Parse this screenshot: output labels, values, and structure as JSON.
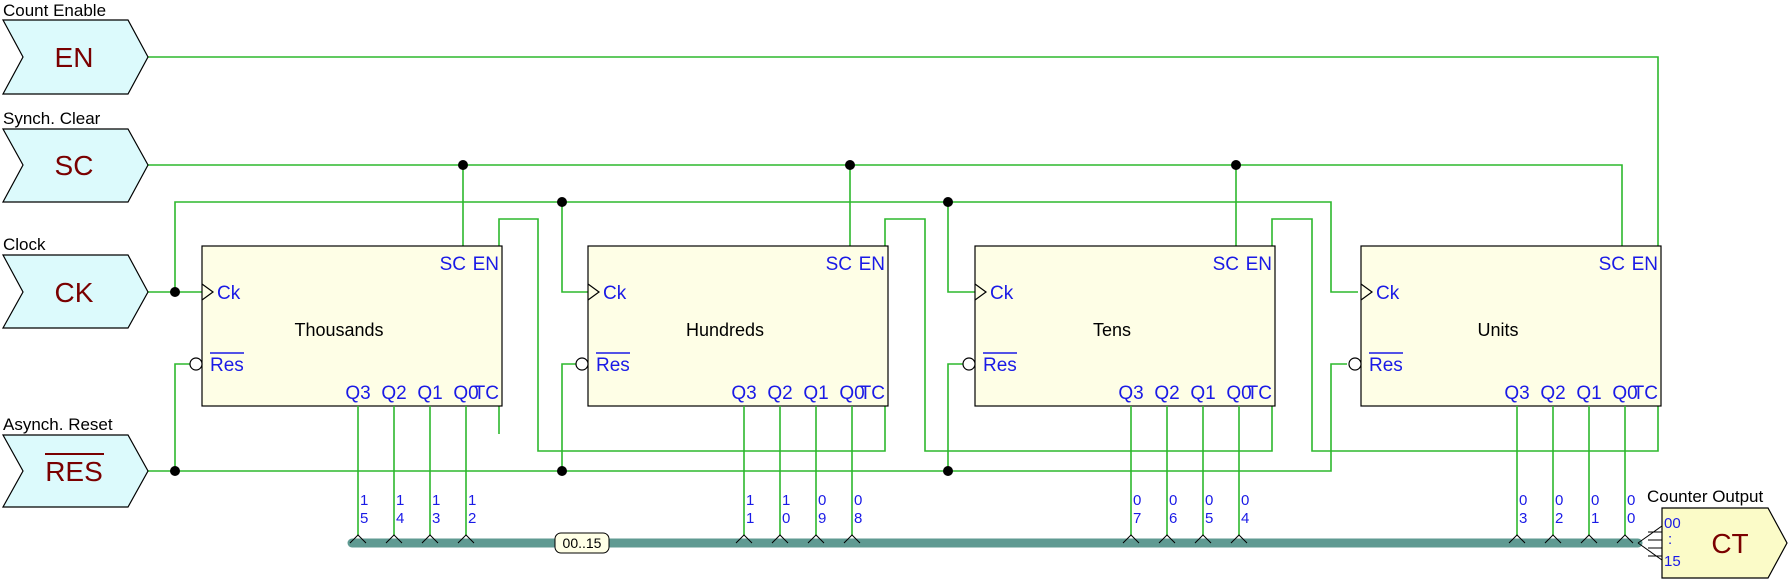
{
  "inputs": {
    "en": {
      "label": "EN",
      "caption": "Count Enable"
    },
    "sc": {
      "label": "SC",
      "caption": "Synch. Clear"
    },
    "ck": {
      "label": "CK",
      "caption": "Clock"
    },
    "res": {
      "label": "RES",
      "caption": "Asynch. Reset"
    }
  },
  "blocks": [
    {
      "name": "Thousands",
      "bits": [
        [
          "1",
          "5"
        ],
        [
          "1",
          "4"
        ],
        [
          "1",
          "3"
        ],
        [
          "1",
          "2"
        ]
      ]
    },
    {
      "name": "Hundreds",
      "bits": [
        [
          "1",
          "1"
        ],
        [
          "1",
          "0"
        ],
        [
          "0",
          "9"
        ],
        [
          "0",
          "8"
        ]
      ]
    },
    {
      "name": "Tens",
      "bits": [
        [
          "0",
          "7"
        ],
        [
          "0",
          "6"
        ],
        [
          "0",
          "5"
        ],
        [
          "0",
          "4"
        ]
      ]
    },
    {
      "name": "Units",
      "bits": [
        [
          "0",
          "3"
        ],
        [
          "0",
          "2"
        ],
        [
          "0",
          "1"
        ],
        [
          "0",
          "0"
        ]
      ]
    }
  ],
  "pins": {
    "sc": "SC",
    "en": "EN",
    "ck": "Ck",
    "res": "Res",
    "q3": "Q3",
    "q2": "Q2",
    "q1": "Q1",
    "q0": "Q0",
    "tc": "TC"
  },
  "bus_label": "00..15",
  "output": {
    "label": "CT",
    "caption": "Counter Output",
    "range_top": "00",
    "range_mid": ":",
    "range_bottom": "15"
  },
  "colors": {
    "wire": "#2db82d",
    "bus": "#5f9a92",
    "block_fill": "#fefee6",
    "port_fill": "#dcfafc",
    "output_fill": "#fbfbc8",
    "pin_text": "#1a1ae6",
    "port_text": "#7a0000"
  }
}
